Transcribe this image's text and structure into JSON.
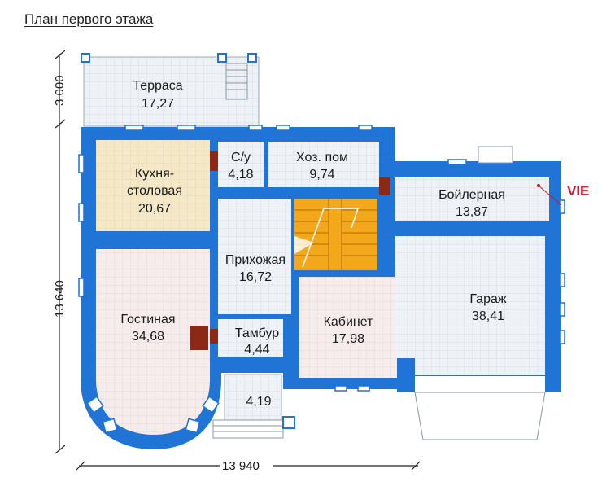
{
  "title": "План первого этажа",
  "watermark": "VIE",
  "dimensions": {
    "vertical_top": "3 000",
    "vertical_main": "13 640",
    "horizontal_bottom": "13 940"
  },
  "rooms": {
    "terrace": {
      "name": "Терраса",
      "area": "17,27"
    },
    "kitchen": {
      "name_line1": "Кухня-",
      "name_line2": "столовая",
      "area": "20,67"
    },
    "bath": {
      "name": "С/у",
      "area": "4,18"
    },
    "utility": {
      "name": "Хоз. пом",
      "area": "9,74"
    },
    "boiler": {
      "name": "Бойлерная",
      "area": "13,87"
    },
    "hall": {
      "name": "Прихожая",
      "area": "16,72"
    },
    "living": {
      "name": "Гостиная",
      "area": "34,68"
    },
    "vestibule": {
      "name": "Тамбур",
      "area": "4,44"
    },
    "study": {
      "name": "Кабинет",
      "area": "17,98"
    },
    "garage": {
      "name": "Гараж",
      "area": "38,41"
    },
    "porch": {
      "area": "4,19"
    }
  },
  "colors": {
    "wall": "#1f74d6",
    "kitchen_floor": "#f5e8c8",
    "living_floor": "#f6ecec",
    "tile_floor": "#eef2f6",
    "stairs": "#f3a81c",
    "chimney": "#8a2a16"
  }
}
